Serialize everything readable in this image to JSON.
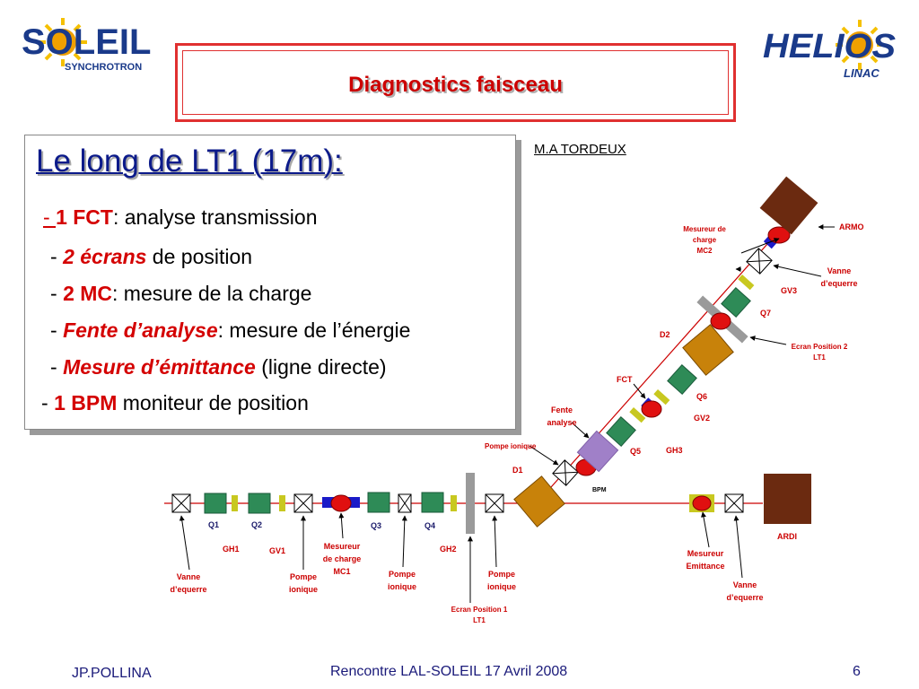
{
  "header": {
    "title": "Diagnostics faisceau",
    "logo_left": {
      "main": "SOLEIL",
      "sub": "SYNCHROTRON"
    },
    "logo_right": {
      "main": "HELIOS",
      "sub": "LINAC"
    }
  },
  "content": {
    "heading": "Le long de LT1 (17m):",
    "author": "M.A TORDEUX",
    "bullets": [
      {
        "prefix": "- ",
        "emph": "1 FCT",
        "rest": ": analyse transmission"
      },
      {
        "prefix": "- ",
        "emph": "2 écrans",
        "rest": " de position"
      },
      {
        "prefix": "- ",
        "emph": "2 MC",
        "rest": ": mesure de la charge"
      },
      {
        "prefix": "- ",
        "emph": "Fente d’analyse",
        "rest": ": mesure de l’énergie"
      },
      {
        "prefix": "- ",
        "emph": "Mesure d’émittance",
        "rest": " (ligne directe)"
      },
      {
        "prefix": "- ",
        "emph": "1 BPM",
        "rest": " moniteur de position"
      }
    ]
  },
  "diagram": {
    "labels": {
      "q1": "Q1",
      "q2": "Q2",
      "q3": "Q3",
      "q4": "Q4",
      "q5": "Q5",
      "q6": "Q6",
      "q7": "Q7",
      "gh1": "GH1",
      "gh2": "GH2",
      "gh3": "GH3",
      "gv1": "GV1",
      "gv2": "GV2",
      "gv3": "GV3",
      "d1": "D1",
      "d2": "D2",
      "fct": "FCT",
      "bpm": "BPM",
      "armo": "ARMO",
      "ardi": "ARDI",
      "vanne_1": "Vanne",
      "vanne_2": "d’equerre",
      "pompe_1": "Pompe",
      "pompe_2": "ionique",
      "pompe_ionique": "Pompe  ionique",
      "mc1_1": "Mesureur",
      "mc1_2": "de charge",
      "mc1_3": "MC1",
      "mc2_1": "Mesureur de",
      "mc2_2": "charge",
      "mc2_3": "MC2",
      "ecran1_1": "Ecran Position 1",
      "ecran1_2": "LT1",
      "ecran2_1": "Ecran Position 2",
      "ecran2_2": "LT1",
      "fente_1": "Fente",
      "fente_2": "analyse",
      "emit_1": "Mesureur",
      "emit_2": "Emittance"
    }
  },
  "footer": {
    "author": "JP.POLLINA",
    "event": "Rencontre LAL-SOLEIL 17 Avril 2008",
    "page": "6"
  },
  "colors": {
    "title_red": "#cc0000",
    "heading_blue": "#0b1a8a",
    "quad_green": "#2e8b57",
    "dipole_orange": "#c8820a",
    "absorber_brown": "#6b2a10",
    "corrector_yellow": "#c8c820"
  }
}
